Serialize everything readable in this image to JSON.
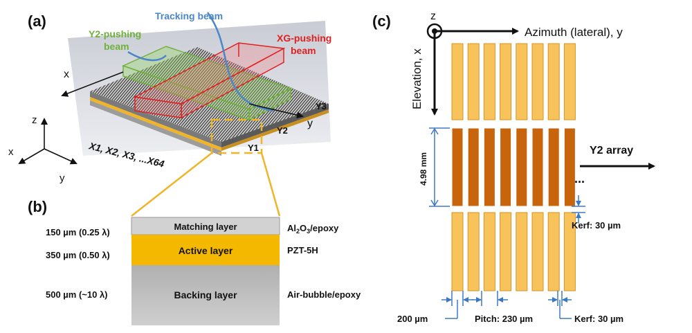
{
  "panel_a": {
    "label": "(a)",
    "tracking_beam": "Tracking beam",
    "y2_beam_line1": "Y2-pushing",
    "y2_beam_line2": "beam",
    "xg_beam_line1": "XG-pushing",
    "xg_beam_line2": "beam",
    "axis_x": "x",
    "axis_y": "y",
    "elements": "X1, X2, X3, ...X64",
    "row_y1": "Y1",
    "row_y2": "Y2",
    "row_y3": "Y3",
    "triad_z": "z",
    "triad_x": "x",
    "triad_y": "y",
    "colors": {
      "tracking": "#4a86c8",
      "y2": "#6fb13b",
      "xg": "#e02020",
      "zoom": "#f0b429"
    }
  },
  "panel_b": {
    "label": "(b)",
    "layers": [
      {
        "name": "Matching layer",
        "thickness": "150 µm (0.25 λ)",
        "material_pre": "Al",
        "material_sub1": "2",
        "material_mid": "O",
        "material_sub2": "3",
        "material_post": "/epoxy"
      },
      {
        "name": "Active layer",
        "thickness": "350 µm (0.50 λ)",
        "material": "PZT-5H"
      },
      {
        "name": "Backing layer",
        "thickness": "500 µm (~10 λ)",
        "material": "Air-bubble/epoxy"
      }
    ]
  },
  "panel_c": {
    "label": "(c)",
    "axis_z": "z",
    "azimuth": "Azimuth (lateral), y",
    "elevation": "Elevation, x",
    "height": "4.98 mm",
    "y2_array": "Y2 array",
    "ellipsis": "...",
    "kerf_vertical": "Kerf: 30 µm",
    "width": "200 µm",
    "pitch": "Pitch: 230 µm",
    "kerf_horizontal": "Kerf: 30 µm",
    "colors": {
      "light": "#f7c35a",
      "dark": "#c8640c",
      "dim": "#3a78c6"
    }
  }
}
